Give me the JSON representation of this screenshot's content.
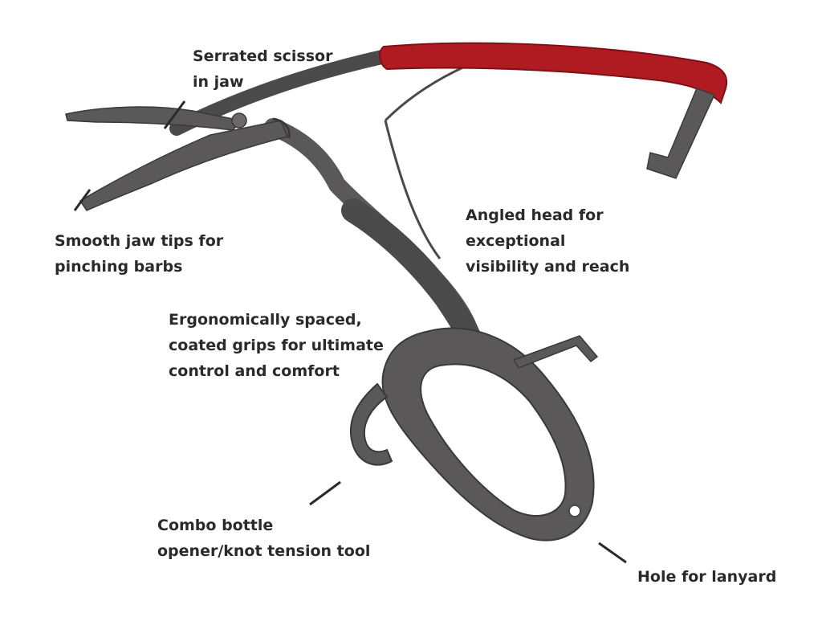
{
  "diagram": {
    "colors": {
      "tool_body": "#5a5858",
      "tool_body_dark": "#3a3939",
      "grip_coating": "#b01b22",
      "grip_coating_dark": "#7e1016",
      "leader_line": "#2a2a2a",
      "label_text": "#2a2a2a",
      "background": "#ffffff"
    },
    "callouts": {
      "scissor": {
        "lines": [
          "Serrated scissor",
          "in jaw"
        ]
      },
      "tips": {
        "lines": [
          "Smooth jaw tips for",
          "pinching barbs"
        ]
      },
      "head": {
        "lines": [
          "Angled head  for",
          "exceptional",
          "visibility and reach"
        ]
      },
      "grips": {
        "lines": [
          "Ergonomically spaced,",
          "coated grips for ultimate",
          "control and comfort"
        ]
      },
      "opener": {
        "lines": [
          "Combo bottle",
          "opener/knot tension tool"
        ]
      },
      "hole": {
        "lines": [
          "Hole for lanyard"
        ]
      }
    }
  }
}
